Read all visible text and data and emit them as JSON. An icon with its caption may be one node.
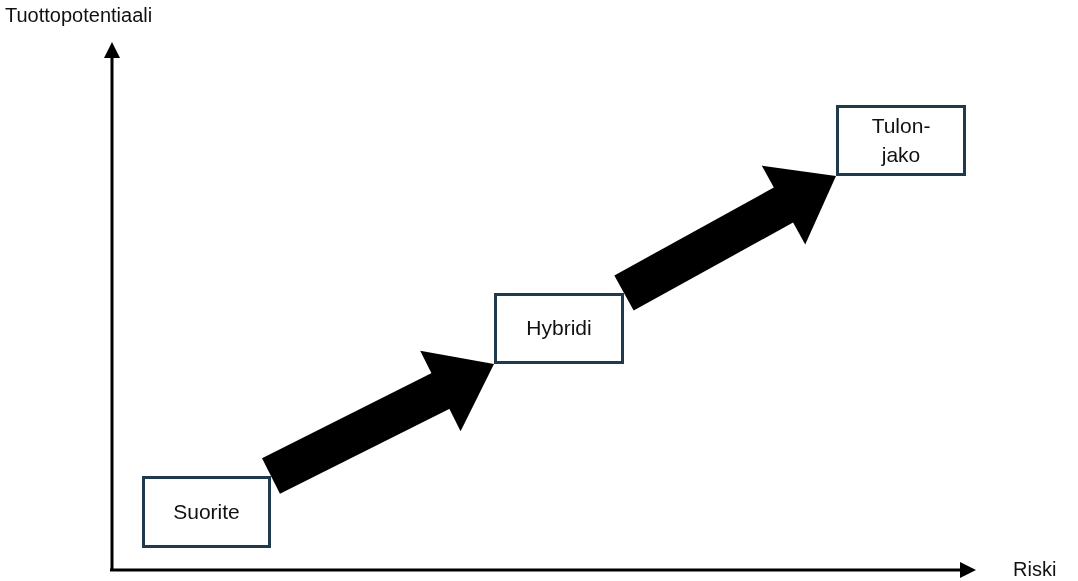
{
  "diagram": {
    "nodes": [
      {
        "text": [
          "Suorite"
        ]
      },
      {
        "text": [
          "Hybridi"
        ]
      },
      {
        "text": [
          "Tulon- jako"
        ]
      }
    ],
    "edges": [
      {
        "from": 0,
        "to": 1,
        "arrow": "to"
      },
      {
        "from": 1,
        "to": 2,
        "arrow": "to"
      }
    ],
    "labels": [
      "Tuottopotentiaali",
      "Riski"
    ]
  }
}
